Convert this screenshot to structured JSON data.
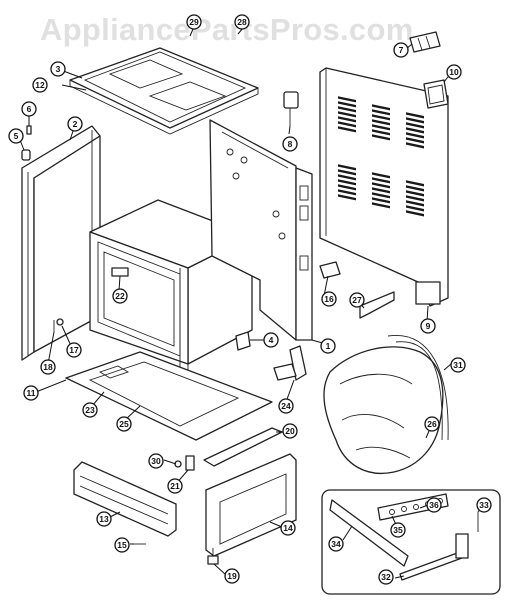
{
  "watermark": "AppliancePartsPros.com",
  "callouts": [
    "2",
    "3",
    "4",
    "5",
    "6",
    "7",
    "8",
    "9",
    "10",
    "11",
    "12",
    "13",
    "14",
    "15",
    "16",
    "17",
    "18",
    "19",
    "20",
    "21",
    "22",
    "23",
    "24",
    "25",
    "26",
    "27",
    "28",
    "29",
    "30",
    "31",
    "32",
    "33",
    "34",
    "35",
    "36",
    "1"
  ]
}
